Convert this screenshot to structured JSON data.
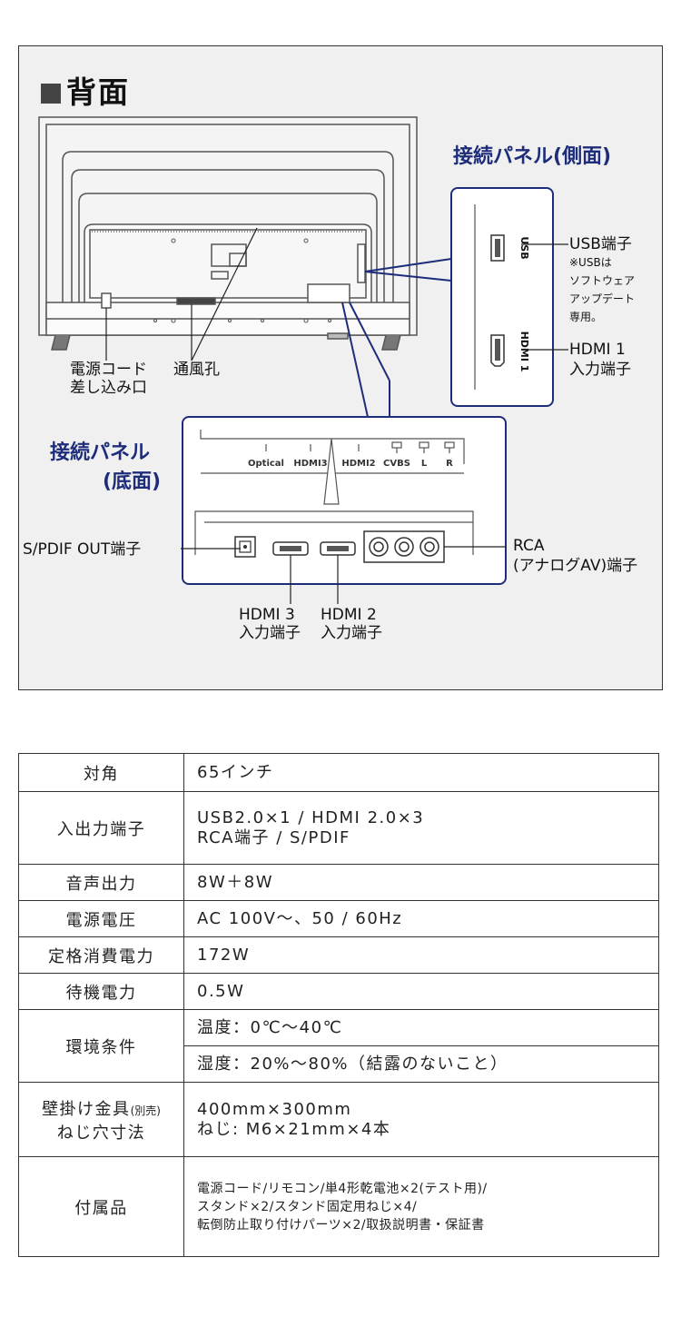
{
  "section": {
    "title": "背面"
  },
  "panels": {
    "side_title": "接続パネル(側面)",
    "bottom_title_line1": "接続パネル",
    "bottom_title_line2": "(底面)"
  },
  "labels": {
    "usb": "USB端子",
    "usb_note": [
      "※USBは",
      "ソフトウェア",
      "アップデート",
      "専用。"
    ],
    "hdmi1": [
      "HDMI 1",
      "入力端子"
    ],
    "power": [
      "電源コード",
      "差し込み口"
    ],
    "vent": "通風孔",
    "spdif": "S/PDIF OUT端子",
    "rca": [
      "RCA",
      "(アナログAV)端子"
    ],
    "hdmi3": [
      "HDMI 3",
      "入力端子"
    ],
    "hdmi2": [
      "HDMI 2",
      "入力端子"
    ]
  },
  "port_labels": {
    "usb_side": "USB",
    "hdmi1_side": "HDMI 1",
    "bottom": [
      "Optical",
      "HDMI3",
      "HDMI2",
      "CVBS",
      "L",
      "R"
    ]
  },
  "specs": {
    "size": {
      "key": "対角",
      "value": "65インチ"
    },
    "io": {
      "key": "入出力端子",
      "line1": "USB2.0×1 / HDMI 2.0×3",
      "line2": "RCA端子 / S/PDIF"
    },
    "audio": {
      "key": "音声出力",
      "value": "8W＋8W"
    },
    "voltage": {
      "key": "電源電圧",
      "value": "AC 100V～、50 / 60Hz"
    },
    "rated_power": {
      "key": "定格消費電力",
      "value": "172W"
    },
    "standby": {
      "key": "待機電力",
      "value": "0.5W"
    },
    "env": {
      "key": "環境条件",
      "temp": "温度：0℃～40℃",
      "humidity": "湿度：20%～80%（結露のないこと）"
    },
    "mount": {
      "key_main": "壁掛け金具",
      "key_small": "(別売)",
      "key2": "ねじ穴寸法",
      "line1": "400mm×300mm",
      "line2": "ねじ: M6×21mm×4本"
    },
    "accessories": {
      "key": "付属品",
      "line1": "電源コード/リモコン/単4形乾電池×2(テスト用)/",
      "line2": "スタンド×2/スタンド固定用ねじ×4/",
      "line3": "転倒防止取り付けパーツ×2/取扱説明書・保証書"
    }
  },
  "colors": {
    "panel_blue": "#1e2d7a",
    "line": "#333333",
    "bg": "#f0f0f0"
  }
}
